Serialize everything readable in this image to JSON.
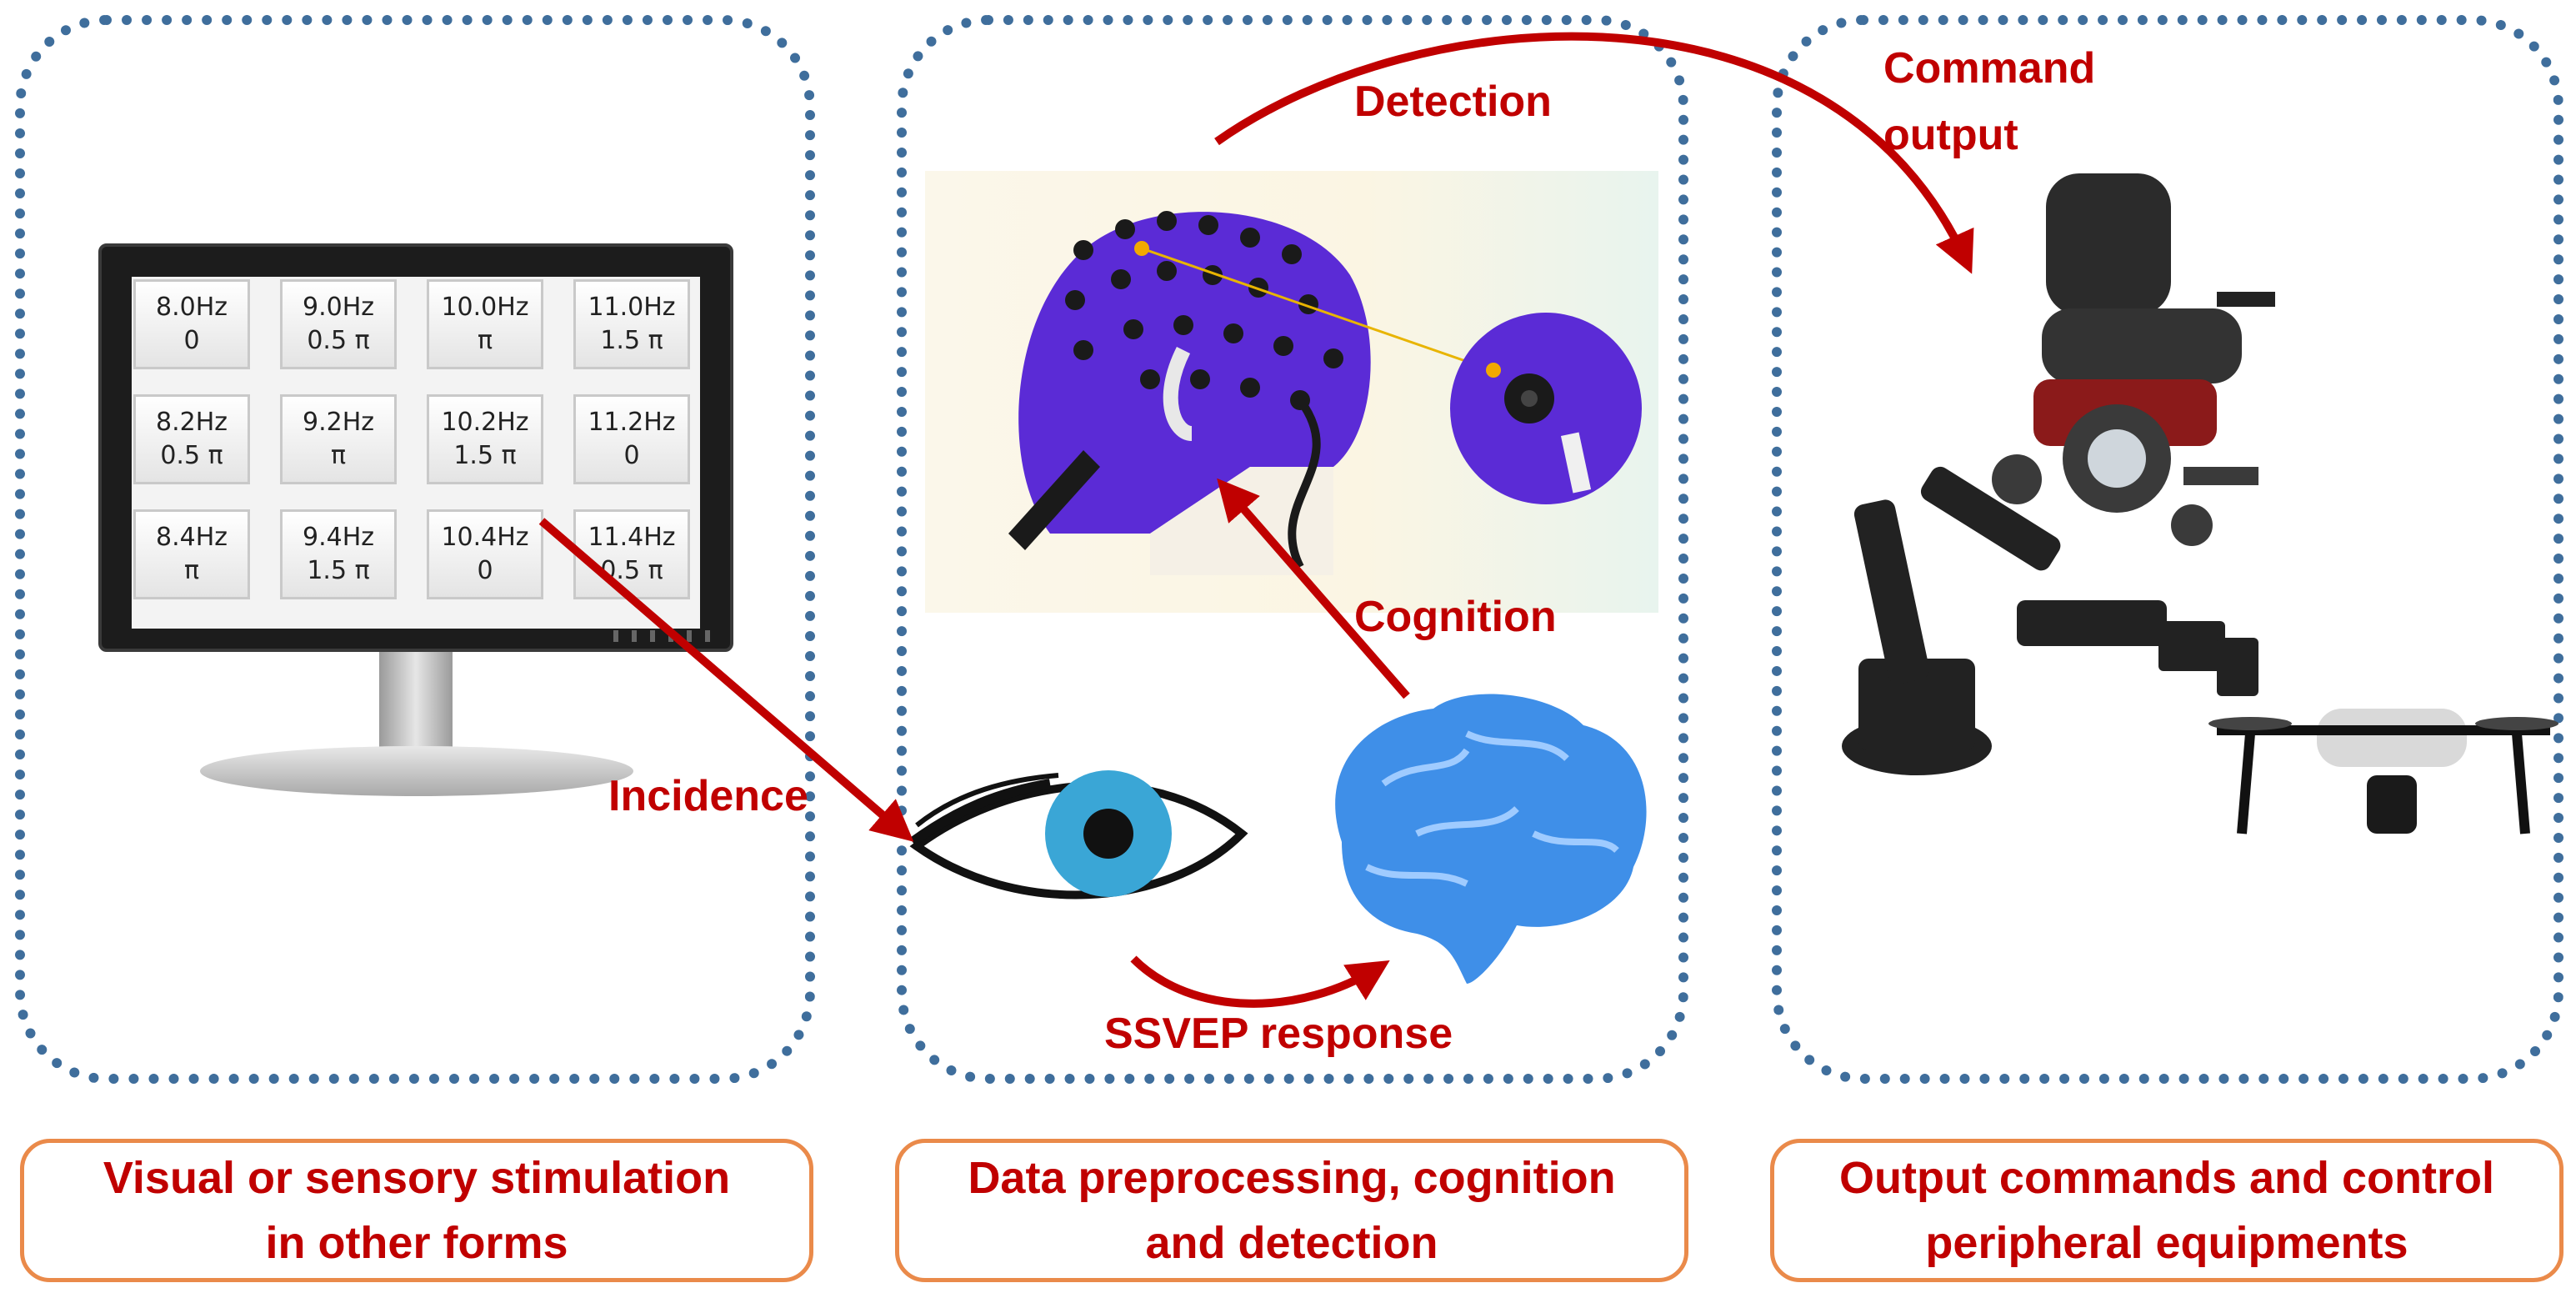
{
  "panels": {
    "left": {
      "caption": "Visual or sensory stimulation\nin other forms"
    },
    "middle": {
      "caption": "Data preprocessing, cognition\nand detection"
    },
    "right": {
      "caption": "Output commands and control\nperipheral equipments"
    }
  },
  "labels": {
    "incidence": "Incidence",
    "detection": "Detection",
    "cognition": "Cognition",
    "ssvep": "SSVEP response",
    "command_line1": "Command",
    "command_line2": "output"
  },
  "stimulus_grid": [
    [
      {
        "freq": "8.0Hz",
        "phase": "0"
      },
      {
        "freq": "9.0Hz",
        "phase": "0.5 π"
      },
      {
        "freq": "10.0Hz",
        "phase": "π"
      },
      {
        "freq": "11.0Hz",
        "phase": "1.5 π"
      }
    ],
    [
      {
        "freq": "8.2Hz",
        "phase": "0.5 π"
      },
      {
        "freq": "9.2Hz",
        "phase": "π"
      },
      {
        "freq": "10.2Hz",
        "phase": "1.5 π"
      },
      {
        "freq": "11.2Hz",
        "phase": "0"
      }
    ],
    [
      {
        "freq": "8.4Hz",
        "phase": "π"
      },
      {
        "freq": "9.4Hz",
        "phase": "1.5 π"
      },
      {
        "freq": "10.4Hz",
        "phase": "0"
      },
      {
        "freq": "11.4Hz",
        "phase": "0.5 π"
      }
    ]
  ],
  "colors": {
    "arrow": "#c00000",
    "panel_border": "#3f6e9c",
    "caption_border": "#ea8a4a",
    "caption_text": "#c00000",
    "eeg_cap": "#5b2bd6",
    "brain": "#3f8fe8",
    "iris": "#3aa6d6"
  },
  "icons": [
    "monitor-icon",
    "eeg-cap-icon",
    "electrode-zoom-icon",
    "eye-icon",
    "brain-icon",
    "wheelchair-icon",
    "robot-arm-icon",
    "drone-icon"
  ]
}
